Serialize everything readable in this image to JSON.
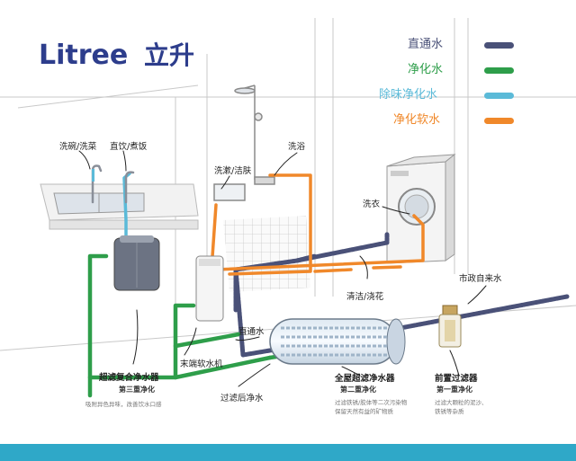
{
  "brand": {
    "latin": "Litree",
    "cn": "立升"
  },
  "colors": {
    "raw": "#4a5178",
    "purified": "#2e9e4a",
    "taste": "#5bbad8",
    "soft": "#f0882a",
    "footer": "#2fa8c8"
  },
  "legend": [
    {
      "label": "直通水",
      "color": "#4a5178"
    },
    {
      "label": "净化水",
      "color": "#2e9e4a"
    },
    {
      "label": "除味净化水",
      "color": "#5bbad8"
    },
    {
      "label": "净化软水",
      "color": "#f0882a"
    }
  ],
  "labels": {
    "dishes": "洗碗/洗菜",
    "drink": "直饮/煮饭",
    "wash_face": "洗漱/洁肤",
    "shower": "洗浴",
    "laundry": "洗衣",
    "clean": "清洁/浇花",
    "city_water": "市政自来水",
    "direct": "直通水",
    "softener": "末端软水机",
    "after_filter": "过滤后净水"
  },
  "devices": {
    "uf_third": {
      "title": "超滤复合净水器",
      "stage": "第三重净化",
      "note": "吸附异色异味，改善饮水口感"
    },
    "uf_second": {
      "title": "全屋超滤净水器",
      "stage": "第二重净化",
      "note1": "过滤铁锈/胶体等二次污染物",
      "note2": "保留天然有益的矿物质"
    },
    "pre_filter": {
      "title": "前置过滤器",
      "stage": "第一重净化",
      "note1": "过滤大颗粒的泥沙、",
      "note2": "铁锈等杂质"
    }
  }
}
